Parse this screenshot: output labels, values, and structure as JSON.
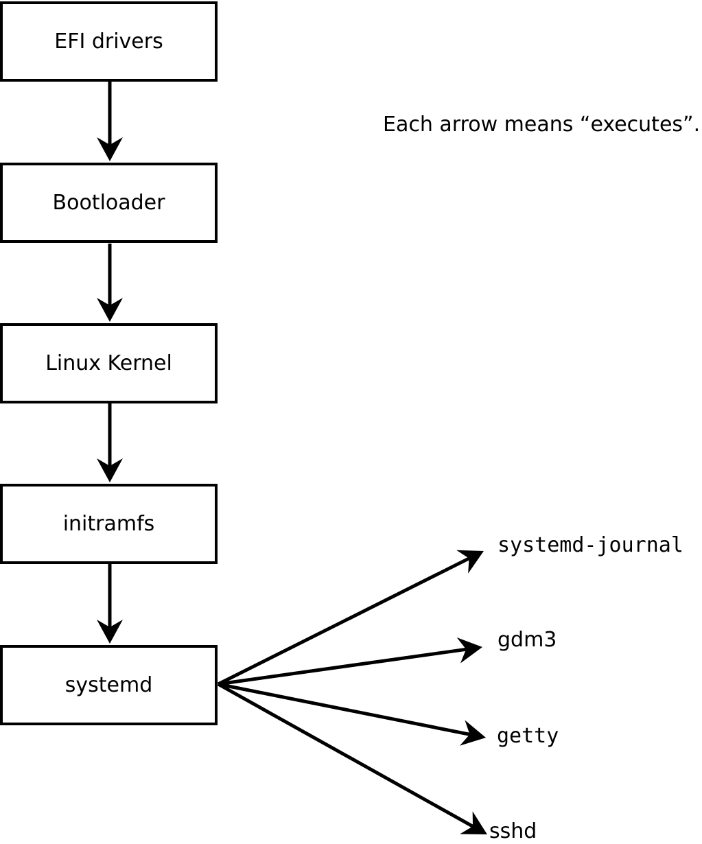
{
  "diagram": {
    "background": "#ffffff",
    "stroke_color": "#000000",
    "annotation": "Each arrow means “executes”.",
    "chain": [
      {
        "label": "EFI drivers"
      },
      {
        "label": "Bootloader"
      },
      {
        "label": "Linux Kernel"
      },
      {
        "label": "initramfs"
      },
      {
        "label": "systemd"
      }
    ],
    "targets": [
      {
        "label": "systemd-journal"
      },
      {
        "label": "gdm3"
      },
      {
        "label": "getty"
      },
      {
        "label": "sshd"
      }
    ]
  }
}
